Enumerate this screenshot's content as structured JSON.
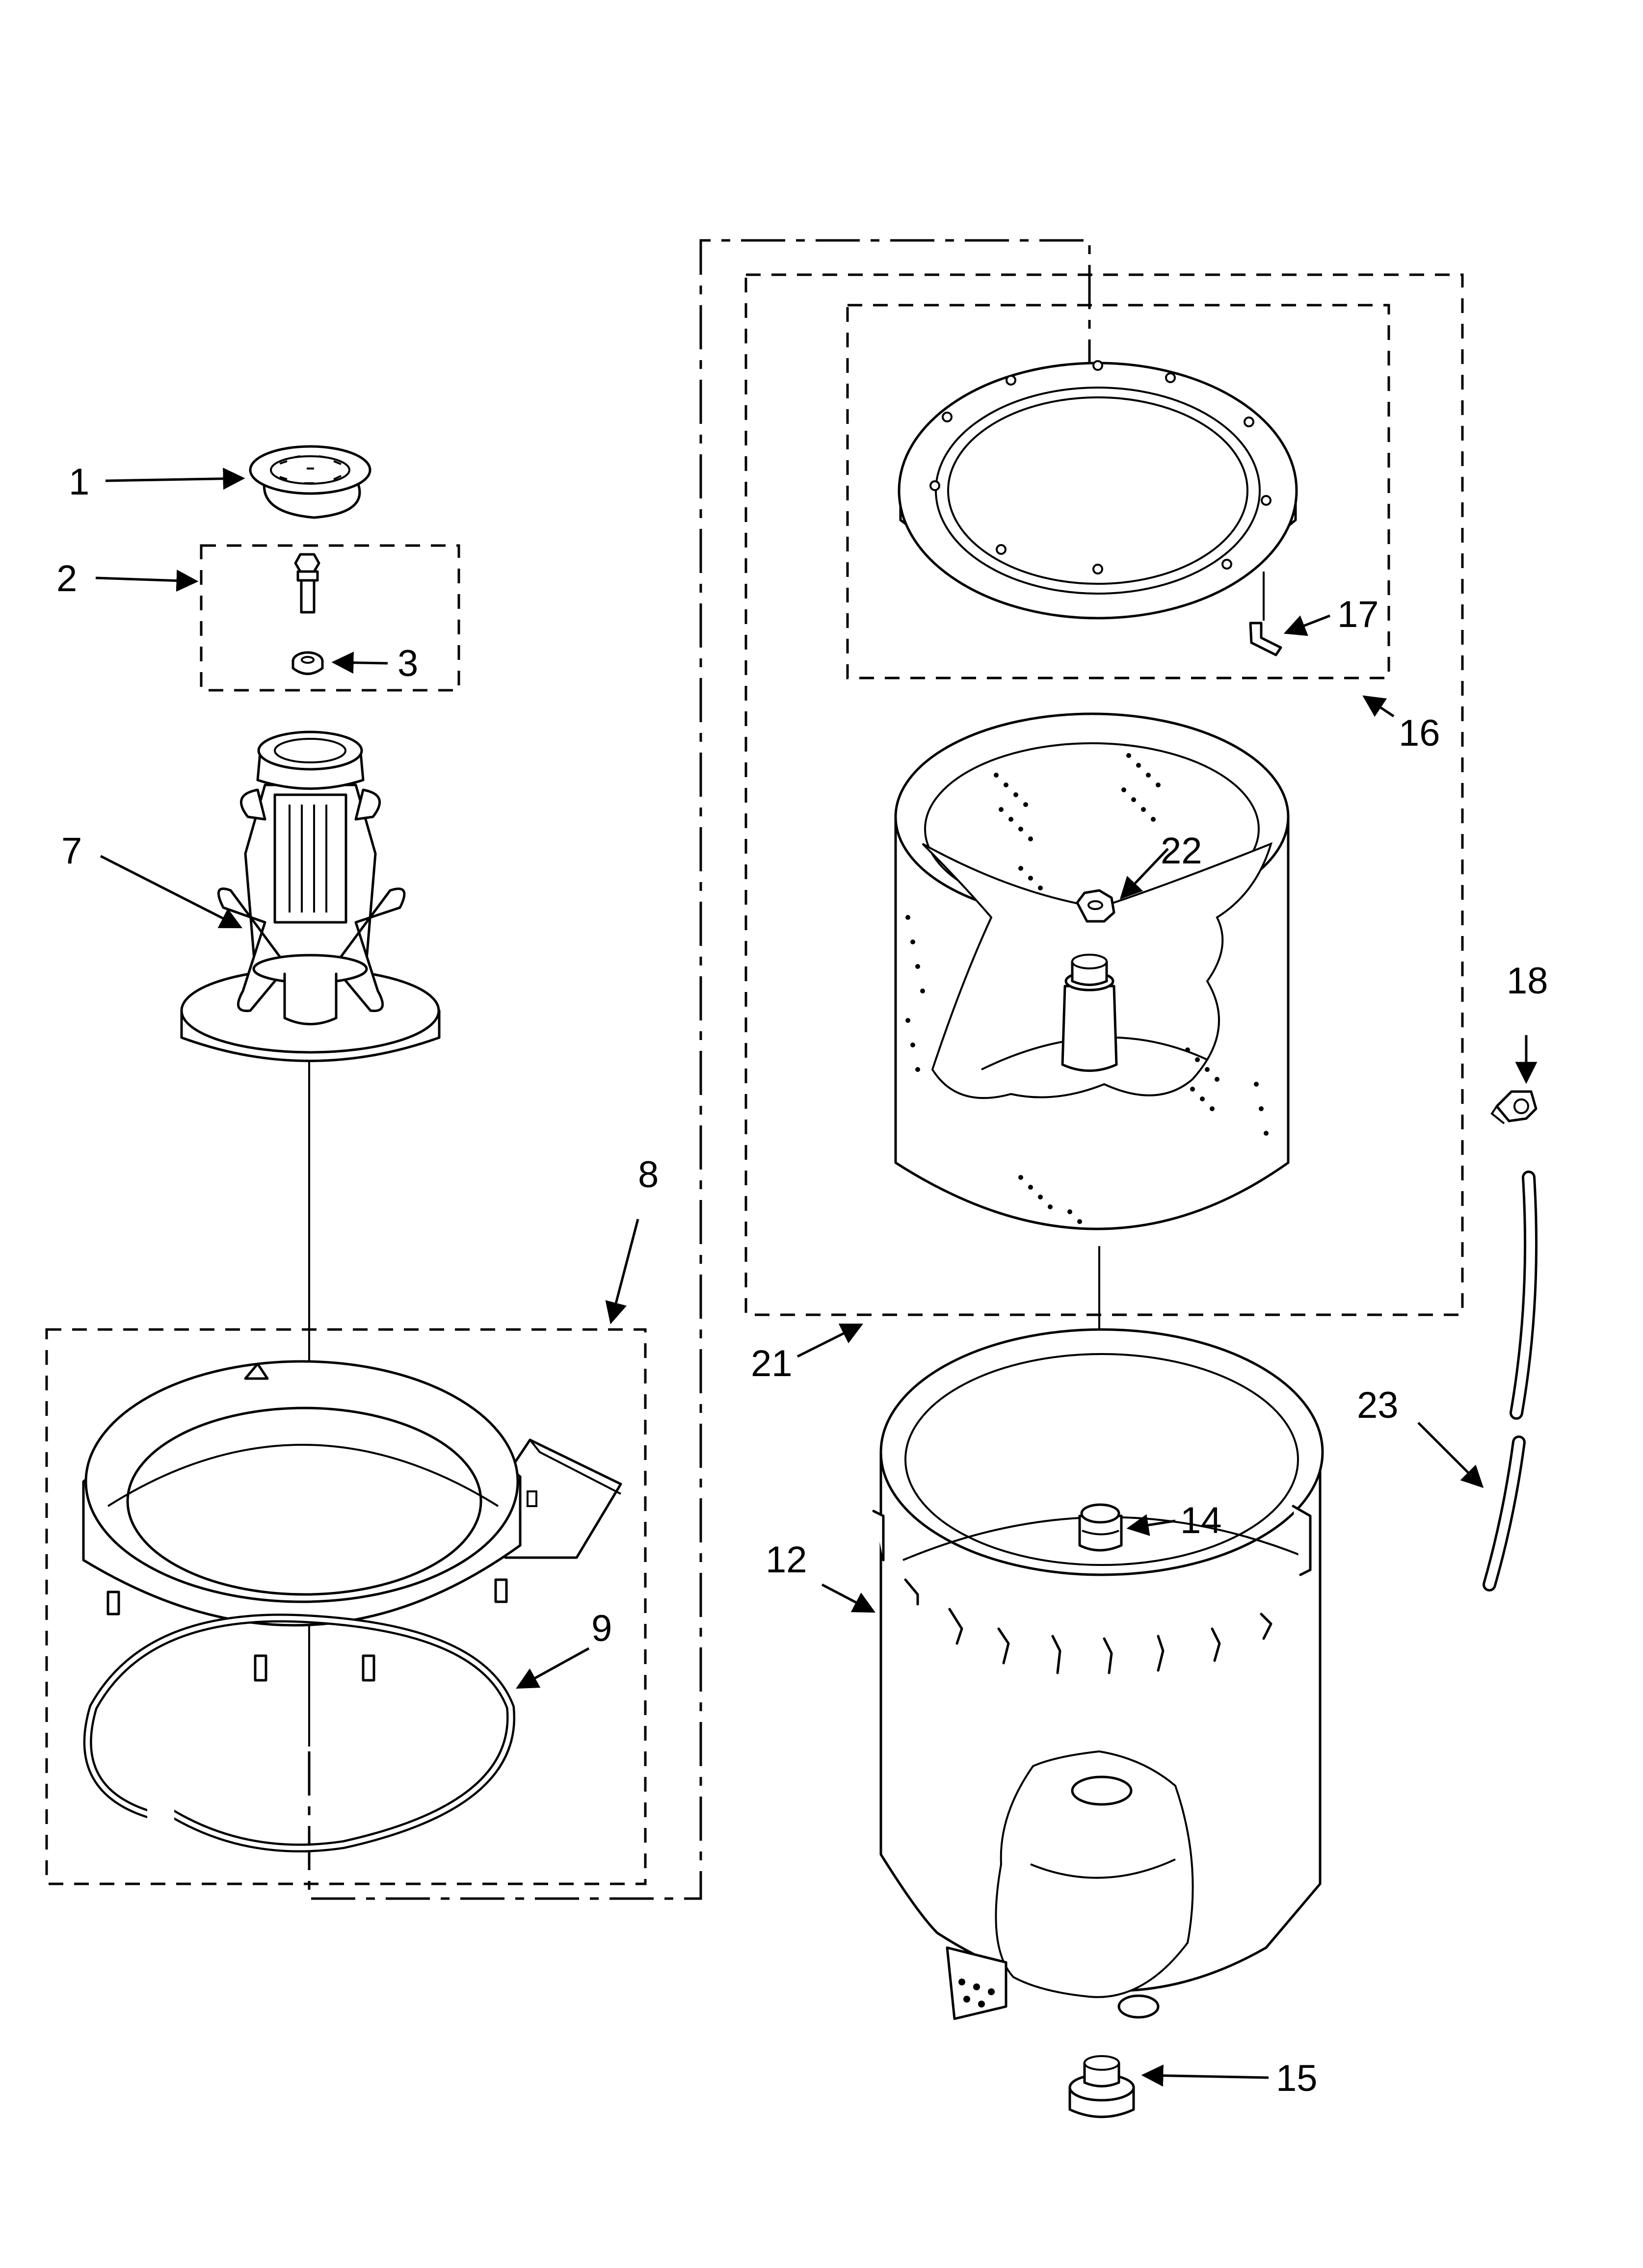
{
  "callouts": {
    "c1": "1",
    "c2": "2",
    "c3": "3",
    "c7": "7",
    "c8": "8",
    "c9": "9",
    "c12": "12",
    "c14": "14",
    "c15": "15",
    "c16": "16",
    "c17": "17",
    "c18": "18",
    "c21": "21",
    "c22": "22",
    "c23": "23"
  },
  "colors": {
    "ink": "#000000",
    "paper": "#ffffff"
  }
}
